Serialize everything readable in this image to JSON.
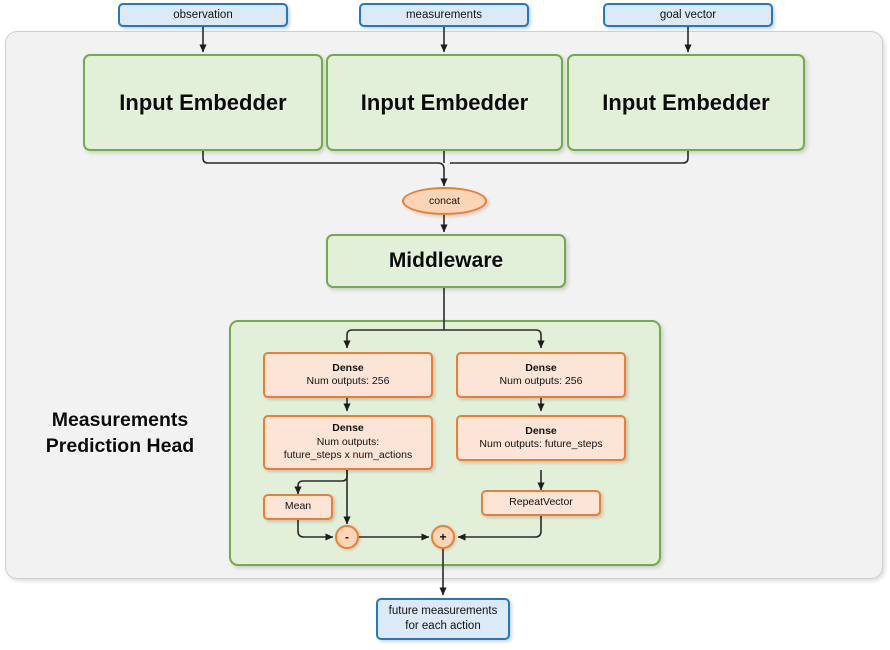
{
  "diagram": {
    "title": "Measurements Prediction Head network architecture",
    "colors": {
      "frame_bg": "#f2f2f2",
      "frame_border": "#d0d0d0",
      "blue_border": "#2079c3",
      "blue_fill": "#dce9f7",
      "green_border": "#70ad47",
      "green_fill": "#e2efd9",
      "orange_border": "#ed7d31",
      "orange_fill": "#fce4d6",
      "ellipse_fill": "#fbd5b5",
      "edge": "#2b2b2b"
    }
  },
  "inputs": [
    {
      "label": "observation"
    },
    {
      "label": "measurements"
    },
    {
      "label": "goal vector"
    }
  ],
  "embedders": [
    {
      "label": "Input Embedder"
    },
    {
      "label": "Input Embedder"
    },
    {
      "label": "Input Embedder"
    }
  ],
  "concat": {
    "label": "concat"
  },
  "middleware": {
    "label": "Middleware"
  },
  "head": {
    "label_line1": "Measurements",
    "label_line2": "Prediction Head",
    "left_branch": [
      {
        "title": "Dense",
        "line2": "Num outputs: 256",
        "line3": ""
      },
      {
        "title": "Dense",
        "line2": "Num outputs:",
        "line3": "future_steps x num_actions"
      }
    ],
    "right_branch": [
      {
        "title": "Dense",
        "line2": "Num outputs: 256",
        "line3": ""
      },
      {
        "title": "Dense",
        "line2": "Num outputs: future_steps",
        "line3": ""
      }
    ],
    "mean": {
      "label": "Mean"
    },
    "repeat_vector": {
      "label": "RepeatVector"
    },
    "subtract_op": {
      "label": "-"
    },
    "add_op": {
      "label": "+"
    }
  },
  "output": {
    "line1": "future measurements",
    "line2": "for each action"
  }
}
